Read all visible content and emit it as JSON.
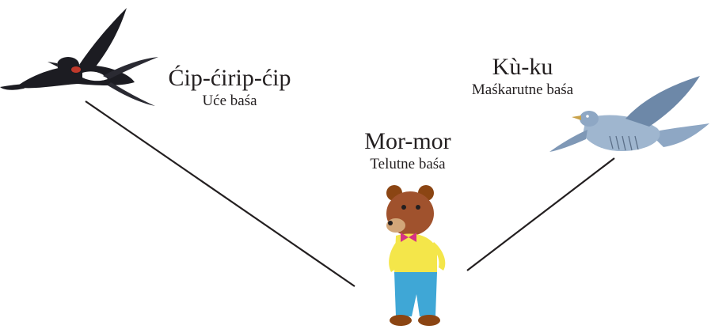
{
  "nodes": {
    "swallow": {
      "sound": "Ćip-ćirip-ćip",
      "description": "Uće baśa"
    },
    "bear": {
      "sound": "Mor-mor",
      "description": "Telutne baśa"
    },
    "cuckoo": {
      "sound": "Kù-ku",
      "description": "Maśkarutne baśa"
    }
  },
  "colors": {
    "line": "#231f20",
    "swallow_body": "#1c1c22",
    "swallow_throat": "#c0392b",
    "cuckoo_body": "#9fb6cf",
    "cuckoo_wing": "#6d88a8",
    "bear_fur": "#a0522d",
    "bear_shirt": "#f4e64a",
    "bear_pants": "#3fa7d6",
    "bear_bow": "#d63384"
  },
  "icons": [
    "swallow-icon",
    "cuckoo-icon",
    "bear-icon"
  ]
}
